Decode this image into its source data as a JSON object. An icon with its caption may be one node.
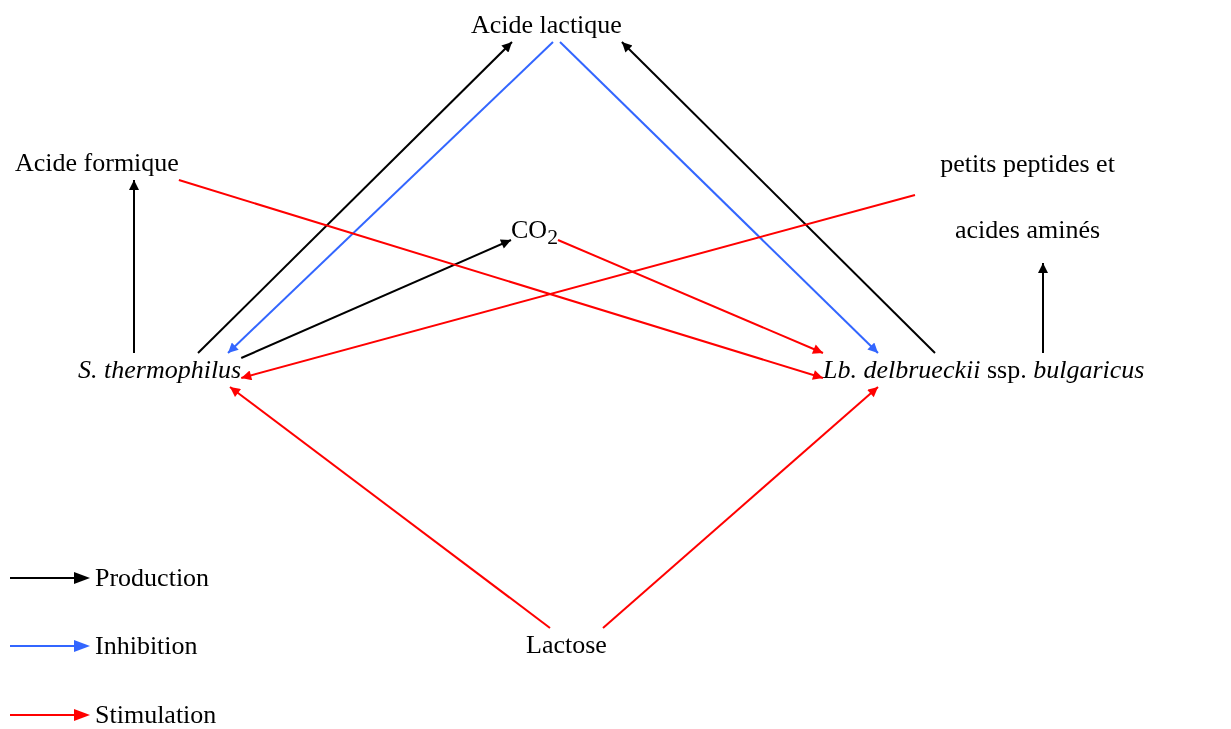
{
  "diagram": {
    "nodes": [
      {
        "text": [
          "Acide lactique"
        ]
      },
      {
        "text": [
          "Acide formique"
        ]
      },
      {
        "text": [
          "petits peptides et acides aminés"
        ]
      },
      {
        "text": [
          "CO$_{2}$"
        ]
      },
      {
        "text": [
          "S. thermophilus"
        ]
      },
      {
        "text": [
          "*Lb. delbrueckii* ssp. *bulgaricus*"
        ]
      },
      {
        "text": [
          "Lactose"
        ]
      }
    ],
    "edges": [
      {
        "from": 4,
        "to": 0,
        "arrow": "to"
      },
      {
        "from": 5,
        "to": 0,
        "arrow": "to"
      },
      {
        "from": 4,
        "to": 1,
        "arrow": "to"
      },
      {
        "from": 5,
        "to": 2,
        "arrow": "to"
      },
      {
        "from": 4,
        "to": 3,
        "arrow": "to"
      },
      {
        "from": 0,
        "to": 4,
        "arrow": "to",
        "color": "#3366ff"
      },
      {
        "from": 0,
        "to": 5,
        "arrow": "to",
        "color": "#3366ff"
      },
      {
        "from": 1,
        "to": 5,
        "arrow": "to",
        "color": "#ff0000"
      },
      {
        "from": 2,
        "to": 4,
        "arrow": "to",
        "color": "#ff0000"
      },
      {
        "from": 3,
        "to": 5,
        "arrow": "to",
        "color": "#ff0000"
      },
      {
        "from": 6,
        "to": 4,
        "arrow": "to",
        "color": "#ff0000"
      },
      {
        "from": 6,
        "to": 5,
        "arrow": "to",
        "color": "#ff0000"
      }
    ],
    "legend": [
      {
        "text": "Production"
      },
      {
        "text": "Inhibition"
      },
      {
        "text": "Stimulation"
      }
    ]
  }
}
